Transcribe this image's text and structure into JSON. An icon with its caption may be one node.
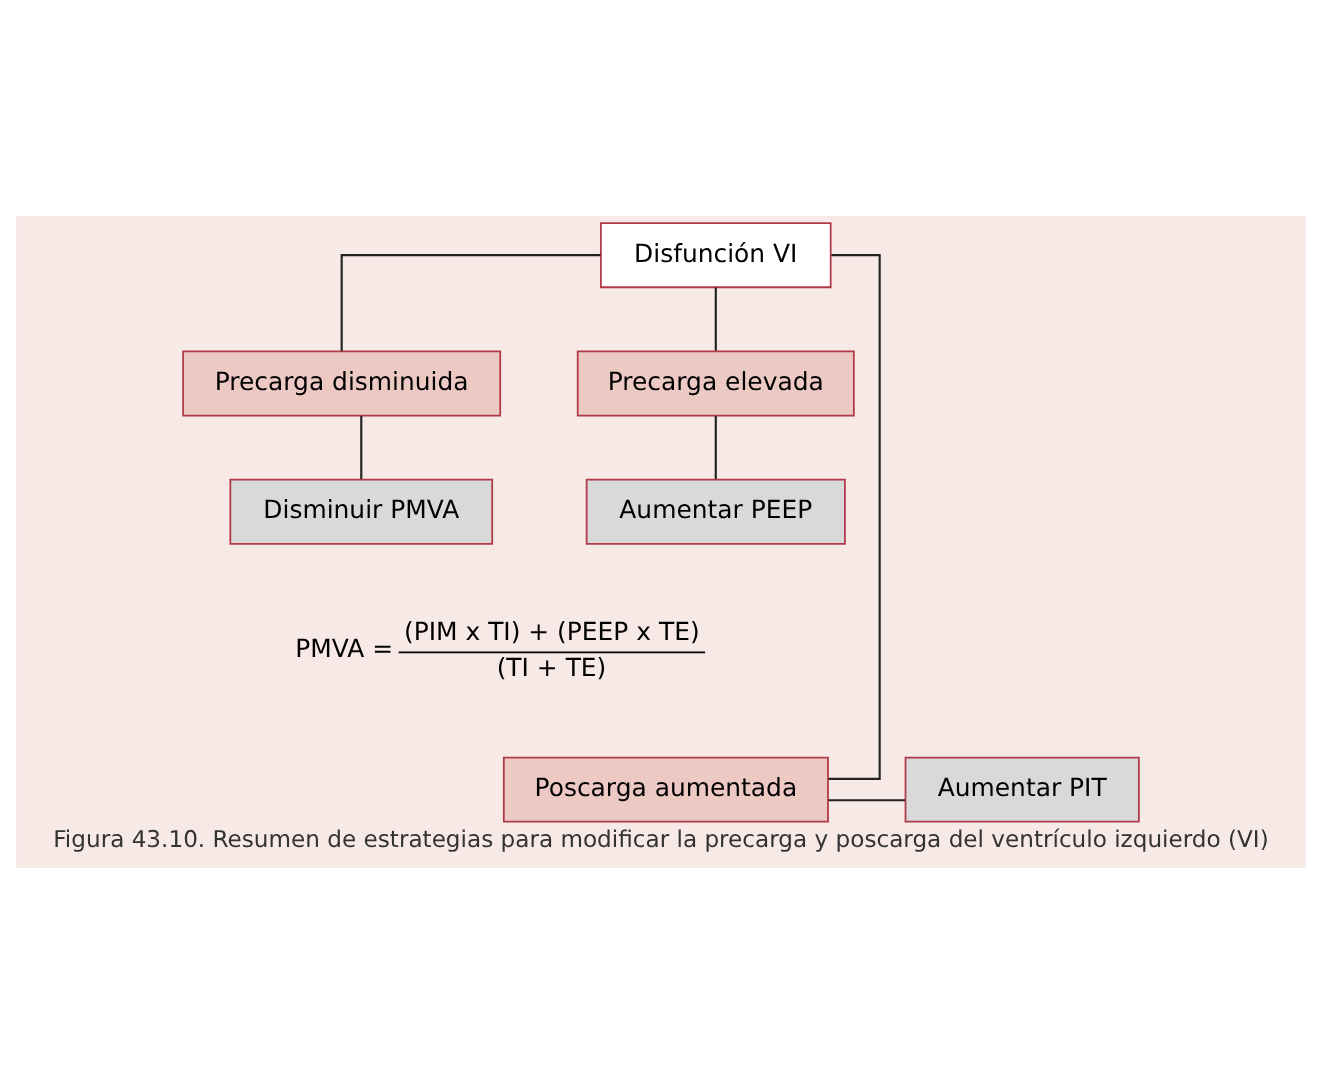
{
  "diagram": {
    "caption": "Figura 43.10. Resumen de estrategias para modificar la precarga y poscarga del ventrículo izquierdo (VI)",
    "nodes": [
      {
        "text": [
          "Disfunción VI"
        ]
      },
      {
        "text": [
          "Precarga disminuida"
        ]
      },
      {
        "text": [
          "Precarga elevada"
        ]
      },
      {
        "text": [
          "Disminuir PMVA"
        ]
      },
      {
        "text": [
          "Aumentar PEEP"
        ]
      },
      {
        "text": [
          "Poscarga aumentada"
        ]
      },
      {
        "text": [
          "Aumentar PIT"
        ]
      }
    ],
    "edges": [
      {
        "from": 0,
        "to": 1,
        "arrow": "none"
      },
      {
        "from": 0,
        "to": 2,
        "arrow": "none"
      },
      {
        "from": 0,
        "to": 5,
        "arrow": "none"
      },
      {
        "from": 1,
        "to": 3,
        "arrow": "none"
      },
      {
        "from": 2,
        "to": 4,
        "arrow": "none"
      },
      {
        "from": 5,
        "to": 6,
        "arrow": "none"
      }
    ],
    "labels": [
      "PMVA =",
      "(PIM x TI) + (PEEP x TE)",
      "(TI + TE)"
    ]
  }
}
